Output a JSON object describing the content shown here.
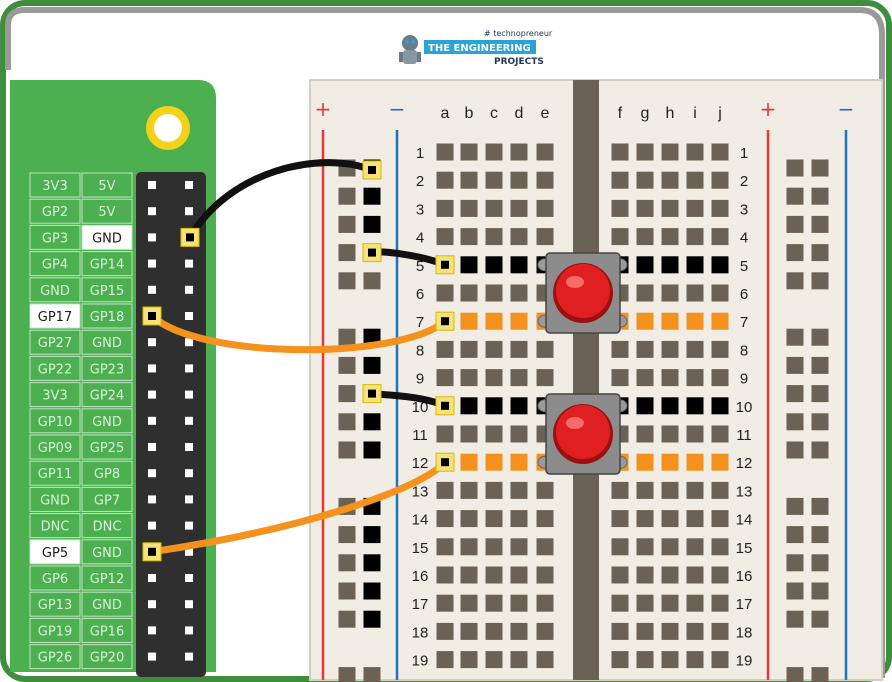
{
  "logo": {
    "tag": "# technopreneur",
    "brand_top": "THE ENGINEERING",
    "brand_bottom": "PROJECTS",
    "colors": {
      "top_bg": "#2aa3d8",
      "text_dark": "#1d3557"
    }
  },
  "pico": {
    "board_color": "#4caf50",
    "header_color": "#2f2f2f",
    "mount_hole_color": "#f2d21b",
    "pin_labels": [
      [
        "3V3",
        "5V"
      ],
      [
        "GP2",
        "5V"
      ],
      [
        "GP3",
        "GND"
      ],
      [
        "GP4",
        "GP14"
      ],
      [
        "GND",
        "GP15"
      ],
      [
        "GP17",
        "GP18"
      ],
      [
        "GP27",
        "GND"
      ],
      [
        "GP22",
        "GP23"
      ],
      [
        "3V3",
        "GP24"
      ],
      [
        "GP10",
        "GND"
      ],
      [
        "GP09",
        "GP25"
      ],
      [
        "GP11",
        "GP8"
      ],
      [
        "GND",
        "GP7"
      ],
      [
        "DNC",
        "DNC"
      ],
      [
        "GP5",
        "GND"
      ],
      [
        "GP6",
        "GP12"
      ],
      [
        "GP13",
        "GND"
      ],
      [
        "GP19",
        "GP16"
      ],
      [
        "GP26",
        "GP20"
      ]
    ],
    "highlighted": [
      [
        2,
        1
      ],
      [
        5,
        0
      ],
      [
        14,
        0
      ]
    ]
  },
  "breadboard": {
    "rail_plus": "+",
    "rail_minus": "−",
    "left_columns": [
      "a",
      "b",
      "c",
      "d",
      "e"
    ],
    "right_columns": [
      "f",
      "g",
      "h",
      "i",
      "j"
    ],
    "row_numbers": [
      "1",
      "2",
      "3",
      "4",
      "5",
      "6",
      "7",
      "8",
      "9",
      "10",
      "11",
      "12",
      "13",
      "14",
      "15",
      "16",
      "17",
      "18",
      "19"
    ],
    "colors": {
      "plus": "#e53935",
      "minus": "#1e73be",
      "hole": "#6b6256",
      "board": "#f1ece4",
      "channel": "#6b6256"
    }
  },
  "buttons": [
    {
      "name": "push-button-1",
      "rows": [
        5,
        7
      ],
      "cap": "#e02020"
    },
    {
      "name": "push-button-2",
      "rows": [
        10,
        12
      ],
      "cap": "#e02020"
    }
  ],
  "wires": {
    "gnd_color": "#111111",
    "signal_color": "#f5921e"
  }
}
